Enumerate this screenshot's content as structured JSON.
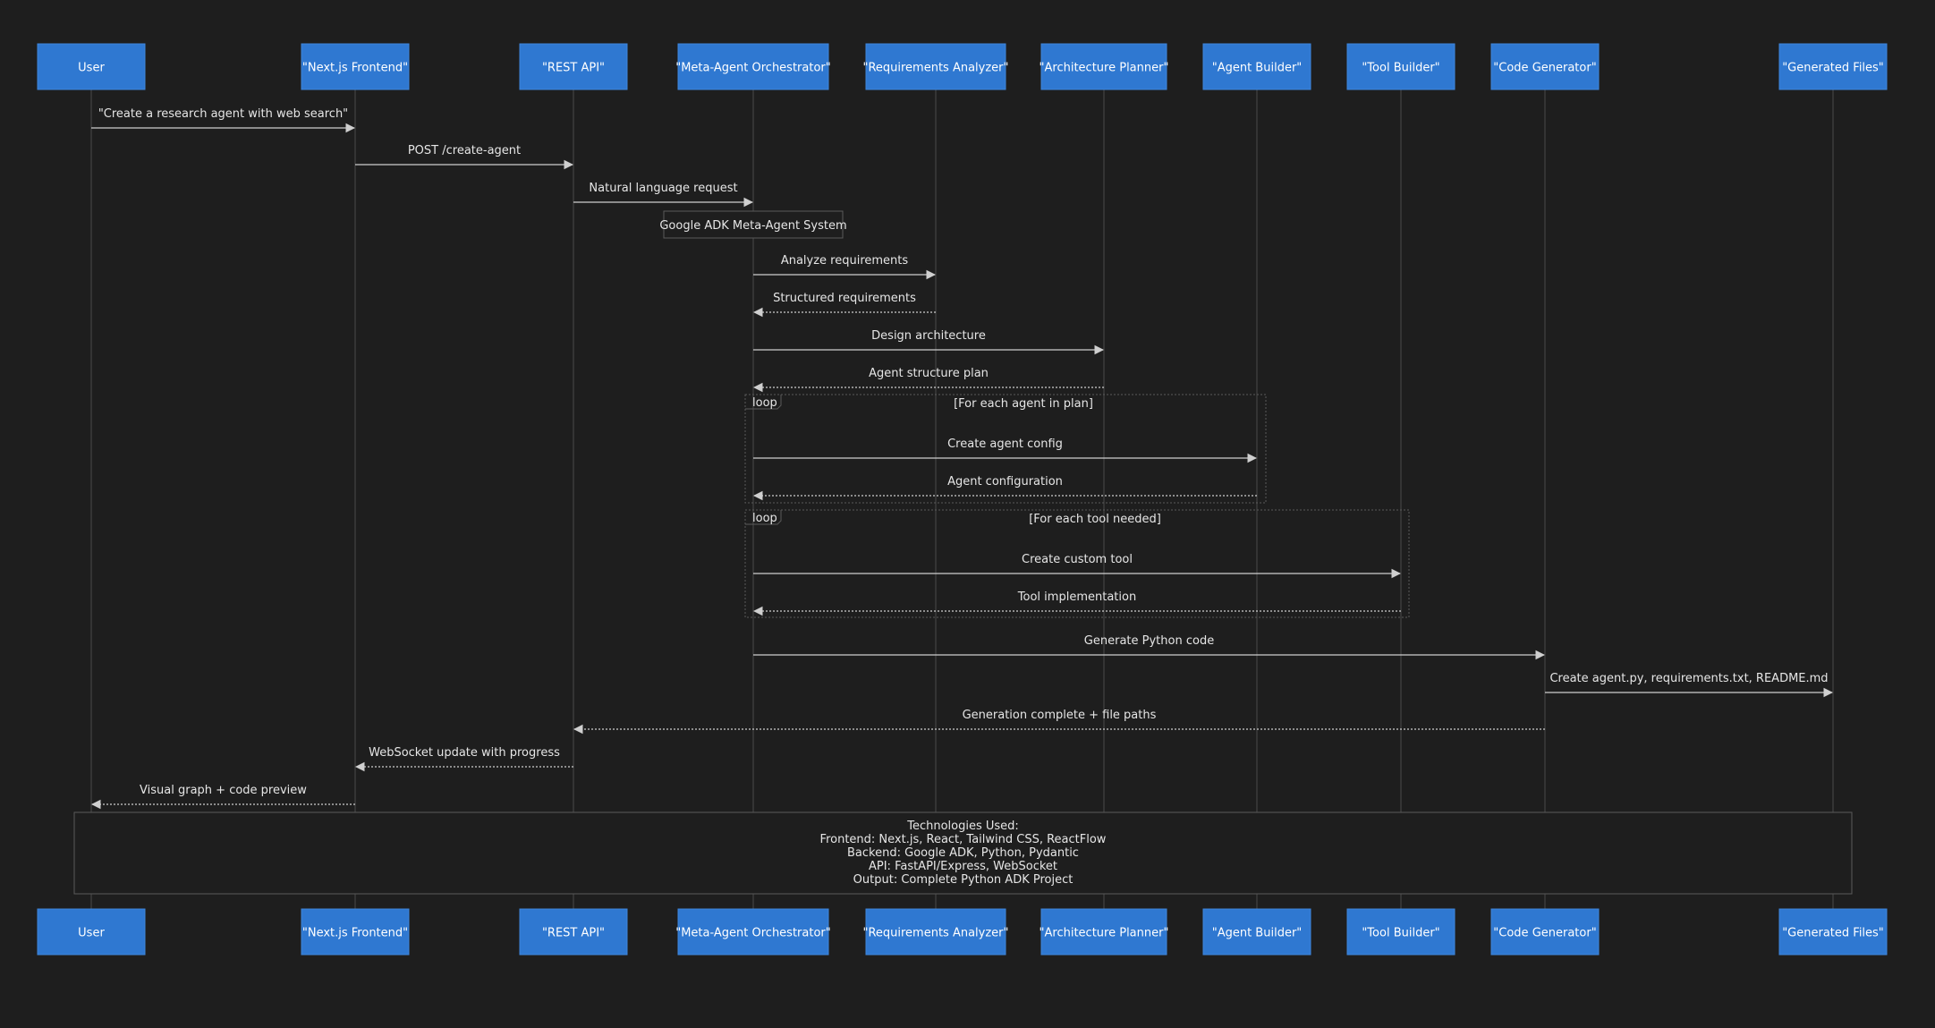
{
  "colors": {
    "background": "#1e1e1e",
    "participant_fill": "#2f78d1",
    "participant_border": "#3f86dc",
    "lifeline": "#4a4a4a",
    "arrow": "#cfcfcf",
    "text": "#e6e6e6",
    "frame": "#5a5a5a"
  },
  "participants": [
    {
      "id": "user",
      "label": "User"
    },
    {
      "id": "frontend",
      "label": "\"Next.js Frontend\""
    },
    {
      "id": "api",
      "label": "\"REST API\""
    },
    {
      "id": "orchestrator",
      "label": "\"Meta-Agent Orchestrator\""
    },
    {
      "id": "analyzer",
      "label": "\"Requirements Analyzer\""
    },
    {
      "id": "planner",
      "label": "\"Architecture Planner\""
    },
    {
      "id": "agent_builder",
      "label": "\"Agent Builder\""
    },
    {
      "id": "tool_builder",
      "label": "\"Tool Builder\""
    },
    {
      "id": "codegen",
      "label": "\"Code Generator\""
    },
    {
      "id": "files",
      "label": "\"Generated Files\""
    }
  ],
  "messages": [
    {
      "from": "user",
      "to": "frontend",
      "label": "\"Create a research agent with web search\"",
      "style": "solid"
    },
    {
      "from": "frontend",
      "to": "api",
      "label": "POST /create-agent",
      "style": "solid"
    },
    {
      "from": "api",
      "to": "orchestrator",
      "label": "Natural language request",
      "style": "solid"
    },
    {
      "from": "orchestrator",
      "to": "analyzer",
      "label": "Analyze requirements",
      "style": "solid"
    },
    {
      "from": "analyzer",
      "to": "orchestrator",
      "label": "Structured requirements",
      "style": "dotted"
    },
    {
      "from": "orchestrator",
      "to": "planner",
      "label": "Design architecture",
      "style": "solid"
    },
    {
      "from": "planner",
      "to": "orchestrator",
      "label": "Agent structure plan",
      "style": "dotted"
    },
    {
      "from": "orchestrator",
      "to": "agent_builder",
      "label": "Create agent config",
      "style": "solid"
    },
    {
      "from": "agent_builder",
      "to": "orchestrator",
      "label": "Agent configuration",
      "style": "dotted"
    },
    {
      "from": "orchestrator",
      "to": "tool_builder",
      "label": "Create custom tool",
      "style": "solid"
    },
    {
      "from": "tool_builder",
      "to": "orchestrator",
      "label": "Tool implementation",
      "style": "dotted"
    },
    {
      "from": "orchestrator",
      "to": "codegen",
      "label": "Generate Python code",
      "style": "solid"
    },
    {
      "from": "codegen",
      "to": "files",
      "label": "Create agent.py, requirements.txt, README.md",
      "style": "solid"
    },
    {
      "from": "codegen",
      "to": "api",
      "label": "Generation complete + file paths",
      "style": "dotted"
    },
    {
      "from": "api",
      "to": "frontend",
      "label": "WebSocket update with progress",
      "style": "dotted"
    },
    {
      "from": "frontend",
      "to": "user",
      "label": "Visual graph + code preview",
      "style": "dotted"
    }
  ],
  "note": {
    "over": "orchestrator",
    "text": "Google ADK Meta-Agent System"
  },
  "loops": [
    {
      "tag": "loop",
      "condition": "[For each agent in plan]"
    },
    {
      "tag": "loop",
      "condition": "[For each tool needed]"
    }
  ],
  "tech_note": {
    "lines": [
      "Technologies Used:",
      "Frontend: Next.js, React, Tailwind CSS, ReactFlow",
      "Backend: Google ADK, Python, Pydantic",
      "API: FastAPI/Express, WebSocket",
      "Output: Complete Python ADK Project"
    ]
  }
}
